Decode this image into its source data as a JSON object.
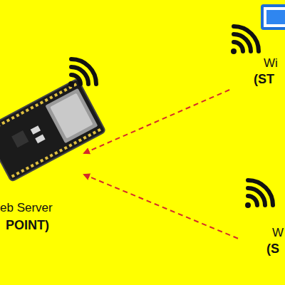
{
  "diagram": {
    "nodes": [
      {
        "text": [
          "eb Server",
          "POINT)"
        ]
      },
      {
        "text": [
          "Wi",
          "(ST"
        ]
      },
      {
        "text": [
          "W",
          "(S"
        ]
      }
    ],
    "edges": [
      {
        "from": 1,
        "to": 0,
        "arrow": "to"
      },
      {
        "from": 2,
        "to": 0,
        "arrow": "to"
      }
    ]
  }
}
